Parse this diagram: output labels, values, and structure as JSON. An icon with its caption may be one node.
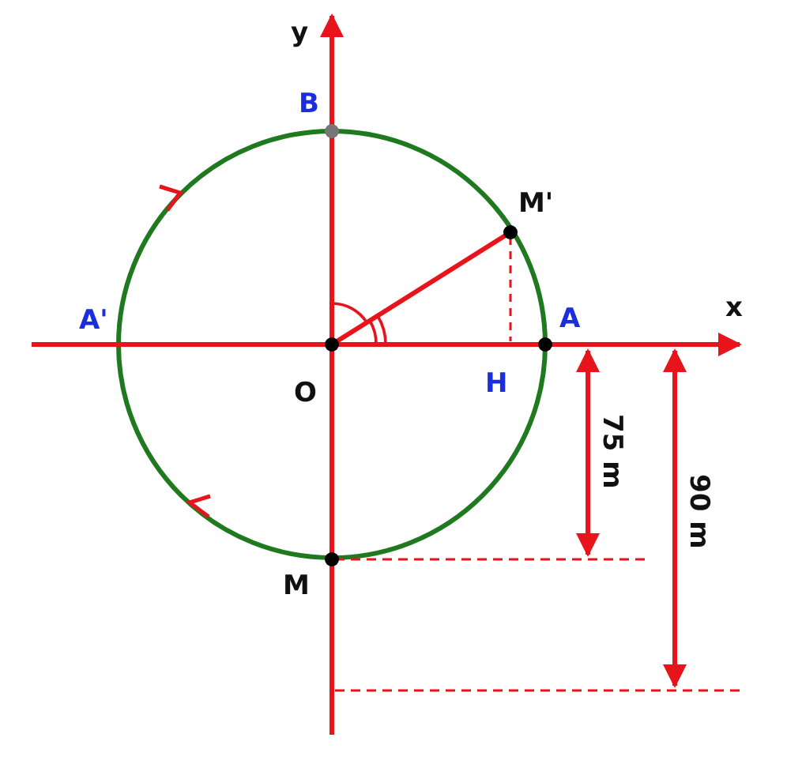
{
  "diagram": {
    "labels": [
      "y",
      "B",
      "M'",
      "A'",
      "A",
      "x",
      "O",
      "H",
      "75 m",
      "90 m",
      "M"
    ]
  }
}
